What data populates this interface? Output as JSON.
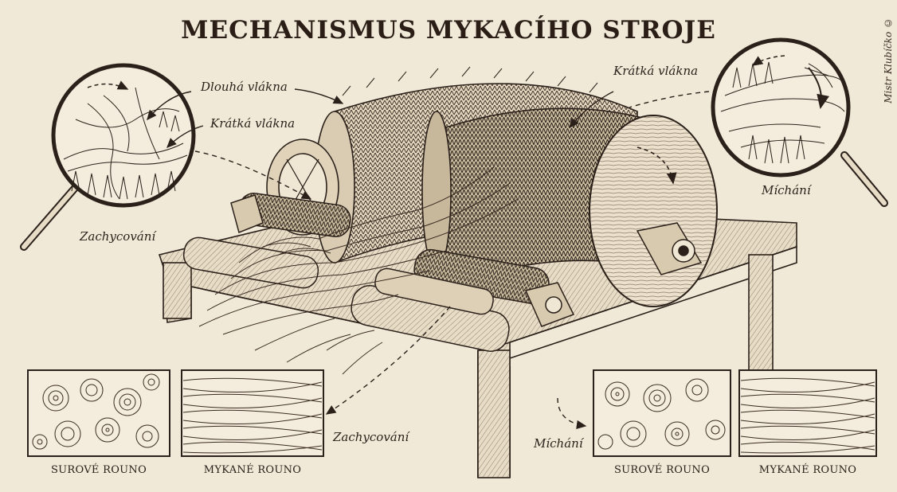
{
  "title": "MECHANISMUS MYKACÍHO STROJE",
  "signature": "Mistr Klubíčko ©",
  "labels": {
    "long_fibers": "Dlouhá vlákna",
    "short_fibers_left": "Krátká vlákna",
    "short_fibers_right": "Krátká vlákna",
    "catching_left": "Zachycování",
    "mixing_right": "Míchání",
    "catching_center": "Zachycování",
    "mixing_center": "Míchání"
  },
  "panels": {
    "raw_left": "SUROVÉ ROUNO",
    "carded_left": "MYKANÉ ROUNO",
    "raw_right": "SUROVÉ ROUNO",
    "carded_right": "MYKANÉ ROUNO"
  },
  "colors": {
    "paper": "#f1e9d8",
    "ink": "#2b211a",
    "wood": "#e7dcc6",
    "shade": "#cdbfa6"
  }
}
